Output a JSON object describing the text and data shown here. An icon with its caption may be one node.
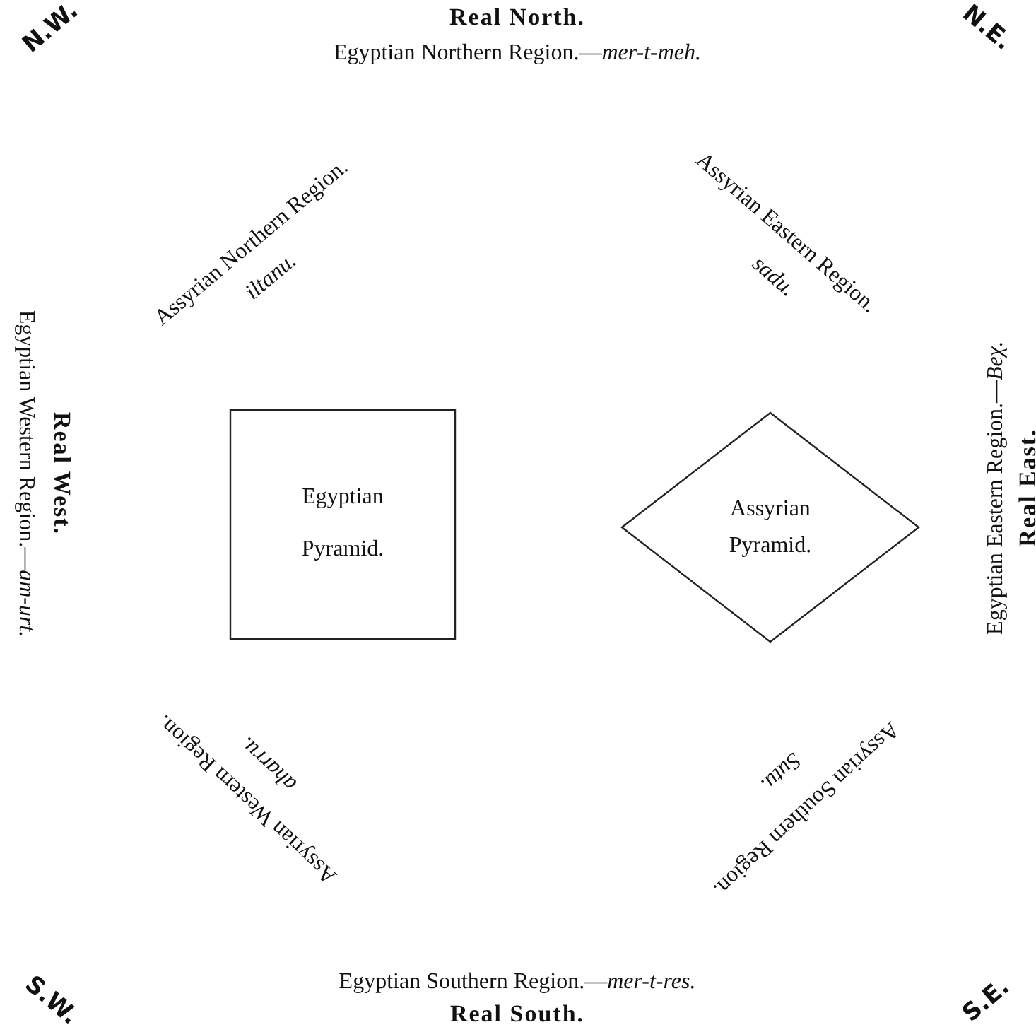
{
  "diagram": {
    "nodes": [
      {
        "text": [
          "Egyptian Pyramid."
        ]
      },
      {
        "text": [
          "Assyrian Pyramid."
        ]
      }
    ],
    "edges": [],
    "labels": [
      "N.W.",
      "Real North.",
      "Egyptian Northern Region.—*mer-t-meh.*",
      "N.E.",
      "Assyrian Northern Region.",
      "iltanu.",
      "Assyrian Eastern Region.",
      "sadu.",
      "Egyptian Western Region.—*am-urt.*",
      "Real West.",
      "Egyptian Eastern Region.—*Beχ.*",
      "Real East.",
      "Assyrian Western Region.",
      "aharru.",
      "Assyrian Southern Region.",
      "Sutu.",
      "S.W.",
      "Egyptian Southern Region.—*mer-t-res.*",
      "Real South.",
      "S.E."
    ]
  }
}
